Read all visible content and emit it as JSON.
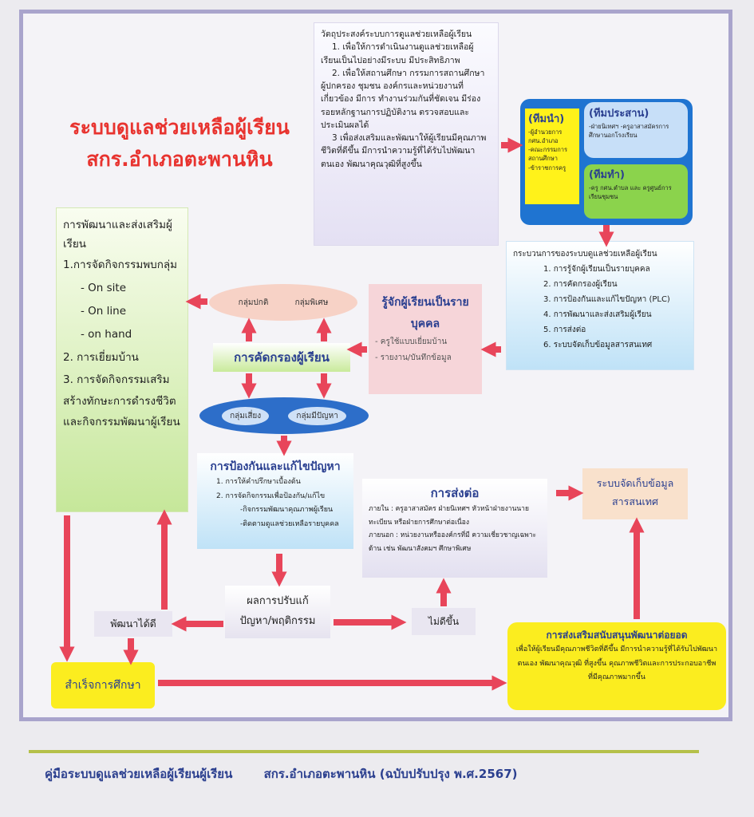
{
  "title_line1": "ระบบดูแลช่วยเหลือผู้เรียน",
  "title_line2": "สกร.อำเภอตะพานหิน",
  "objectives": {
    "heading": "วัตถุประสงค์ระบบการดูแลช่วยเหลือผู้เรียน",
    "item1": "1. เพื่อให้การดำเนินงานดูแลช่วยเหลือผู้เรียนเป็นไปอย่างมีระบบ มีประสิทธิภาพ",
    "item2": "2. เพื่อให้สถานศึกษา กรรมการสถานศึกษา ผู้ปกครอง ชุมชน องค์กรและหน่วยงานที่เกี่ยวข้อง มีการ ทำงานร่วมกันที่ชัดเจน มีร่องรอยหลักฐานการปฏิบัติงาน ตรวจสอบและประเมินผลได้",
    "item3": "3 เพื่อส่งเสริมและพัฒนาให้ผู้เรียนมีคุณภาพชีวิตที่ดีขึ้น มีการนำความรู้ที่ได้รับไปพัฒนาตนเอง พัฒนาคุณวุฒิที่สูงขึ้น"
  },
  "teams": {
    "lead_title": "(ทีมนำ)",
    "lead_items": [
      "-ผู้อำนวยการ กศน.อำเภอ",
      "-คณะกรรมการสถานศึกษา",
      "-ข้าราชการครู"
    ],
    "coord_title": "(ทีมประสาน)",
    "coord_text": "-ฝ่ายนิเทศฯ -ครูอาสาสมัครการศึกษานอกโรงเรียน",
    "do_title": "(ทีมทำ)",
    "do_text": "-ครู กศน.ตำบล และ ครูศูนย์การเรียนชุมชน"
  },
  "process": {
    "heading": "กระบวนการของระบบดูแลช่วยเหลือผู้เรียน",
    "items": [
      "1. การรู้จักผู้เรียนเป็นรายบุคคล",
      "2. การคัดกรองผู้เรียน",
      "3. การป้องกันและแก้ไขปัญหา (PLC)",
      "4. การพัฒนาและส่งเสริมผู้เรียน",
      "5. การส่งต่อ",
      "6. ระบบจัดเก็บข้อมูลสารสนเทศ"
    ]
  },
  "develop": {
    "heading": "การพัฒนาและส่งเสริมผู้เรียน",
    "item1": "1.การจัดกิจกรรมพบกลุ่ม",
    "sub": [
      "- On site",
      "- On line",
      "- on hand"
    ],
    "item2": "2. การเยี่ยมบ้าน",
    "item3": "3. การจัดกิจกรรมเสริมสร้างทักษะการดำรงชีวิตและกิจกรรมพัฒนาผู้เรียน"
  },
  "know": {
    "heading": "รู้จักผู้เรียนเป็นรายบุคคล",
    "items": [
      "- ครูใช้แบบเยี่ยมบ้าน",
      "- รายงาน/บันทึกข้อมูล"
    ]
  },
  "groups_top": {
    "normal": "กลุ่มปกติ",
    "special": "กลุ่มพิเศษ"
  },
  "screening": "การคัดกรองผู้เรียน",
  "groups_bottom": {
    "risk": "กลุ่มเสี่ยง",
    "problem": "กลุ่มมีปัญหา"
  },
  "prevent": {
    "heading": "การป้องกันและแก้ไขปัญหา",
    "items": [
      "1. การให้คำปรึกษาเบื้องต้น",
      "2. การจัดกิจกรรมเพื่อป้องกัน/แก้ไข"
    ],
    "sub": [
      "-กิจกรรมพัฒนาคุณภาพผู้เรียน",
      "-ติดตามดูแลช่วยเหลือรายบุคคล"
    ]
  },
  "refer": {
    "heading": "การส่งต่อ",
    "internal": "ภายใน : ครูอาสาสมัคร ฝ่ายนิเทศฯ หัวหน้าฝ่ายงานนายทะเบียน หรือฝ่ายการศึกษาต่อเนื่อง",
    "external": "ภายนอก : หน่วยงานหรือองค์กรที่มี ความเชี่ยวชาญเฉพาะด้าน เช่น พัฒนาสังคมฯ ศึกษาพิเศษ"
  },
  "info_system": "ระบบจัดเก็บข้อมูลสารสนเทศ",
  "result": "ผลการปรับแก้ปัญหา/พฤติกรรม",
  "good": "พัฒนาได้ดี",
  "not_better": "ไม่ดีขึ้น",
  "graduate": "สำเร็จการศึกษา",
  "promote": {
    "heading": "การส่งเสริมสนับสนุนพัฒนาต่อยอด",
    "text": "เพื่อให้ผู้เรียนมีคุณภาพชีวิตที่ดีขึ้น มีการนำความรู้ที่ได้รับไปพัฒนาตนเอง พัฒนาคุณวุฒิ ที่สูงขึ้น คุณภาพชีวิตและการประกอบอาชีพที่มีคุณภาพมากขึ้น"
  },
  "footer": {
    "left": "คู่มือระบบดูแลช่วยเหลือผู้เรียนผู้เรียน",
    "right": "สกร.อำเภอตะพานหิน (ฉบับปรับปรุง พ.ศ.2567)"
  },
  "colors": {
    "arrow": "#e8455a",
    "frame": "#a9a4cc",
    "title": "#e8332f",
    "footer": "#2b3f8f"
  }
}
